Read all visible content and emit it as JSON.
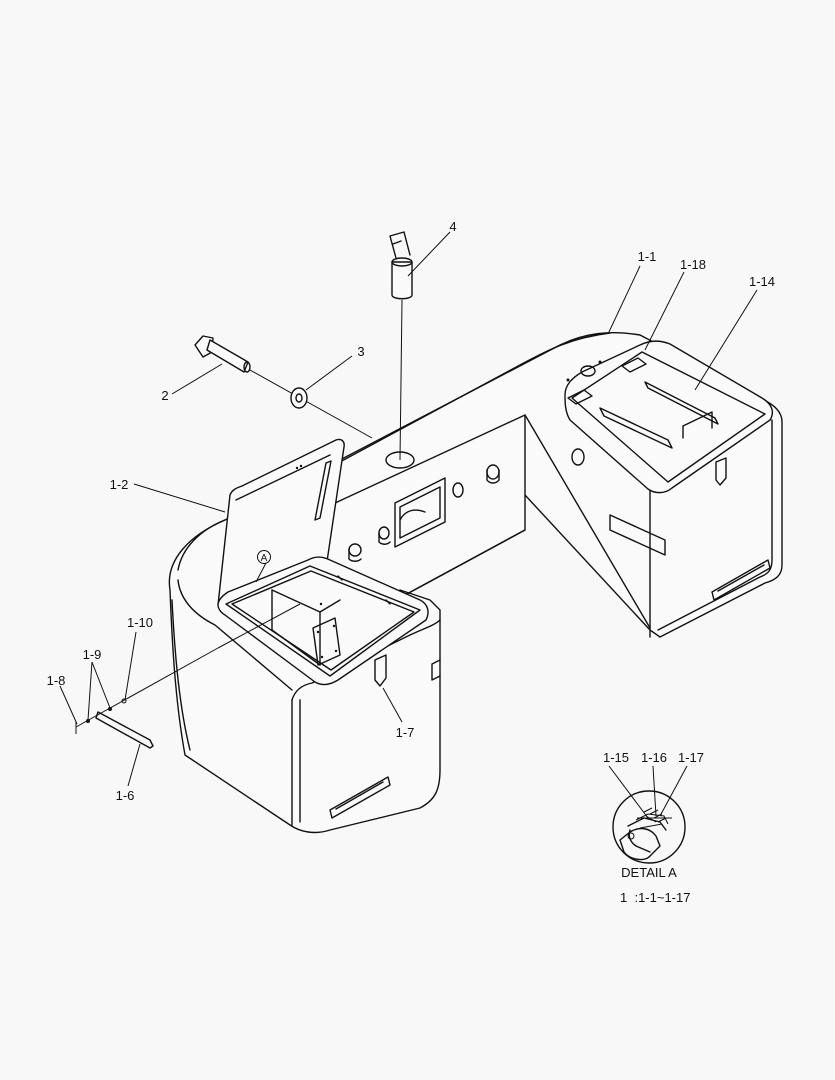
{
  "diagram": {
    "callouts": {
      "c4": "4",
      "c1_1": "1-1",
      "c1_18": "1-18",
      "c1_14": "1-14",
      "c3": "3",
      "c2": "2",
      "c1_2": "1-2",
      "c1_10": "1-10",
      "c1_9": "1-9",
      "c1_8": "1-8",
      "c1_7": "1-7",
      "c1_6": "1-6",
      "c1_15": "1-15",
      "c1_16": "1-16",
      "c1_17": "1-17",
      "detail_marker": "A"
    },
    "detail_title": "DETAIL A",
    "range_note": "1  :1-1~1-17"
  }
}
